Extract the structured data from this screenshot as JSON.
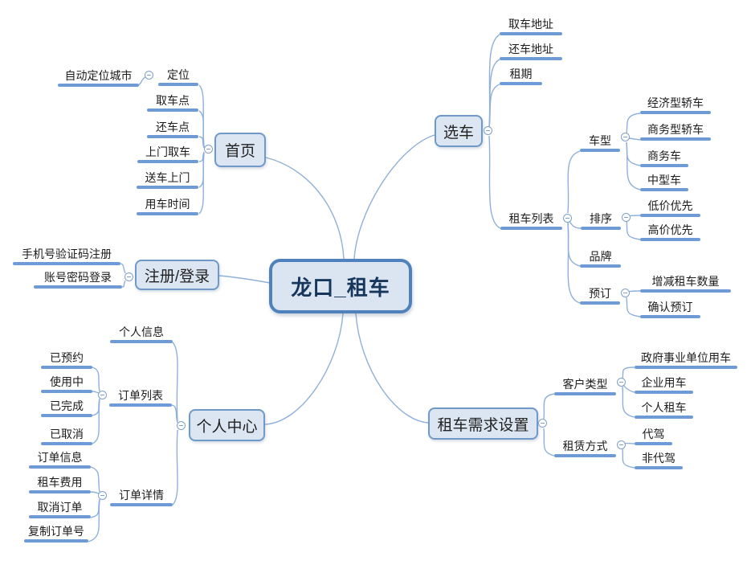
{
  "mindmap": {
    "root": {
      "label": "龙口_租车"
    },
    "branches": [
      {
        "label": "首页",
        "children": [
          {
            "label": "定位",
            "children": [
              {
                "label": "自动定位城市"
              }
            ]
          },
          {
            "label": "取车点"
          },
          {
            "label": "还车点"
          },
          {
            "label": "上门取车"
          },
          {
            "label": "送车上门"
          },
          {
            "label": "用车时间"
          }
        ]
      },
      {
        "label": "注册/登录",
        "children": [
          {
            "label": "手机号验证码注册"
          },
          {
            "label": "账号密码登录"
          }
        ]
      },
      {
        "label": "个人中心",
        "children": [
          {
            "label": "个人信息"
          },
          {
            "label": "订单列表",
            "children": [
              {
                "label": "已预约"
              },
              {
                "label": "使用中"
              },
              {
                "label": "已完成"
              },
              {
                "label": "已取消"
              }
            ]
          },
          {
            "label": "订单详情",
            "children": [
              {
                "label": "订单信息"
              },
              {
                "label": "租车费用"
              },
              {
                "label": "取消订单"
              },
              {
                "label": "复制订单号"
              }
            ]
          }
        ]
      },
      {
        "label": "选车",
        "children": [
          {
            "label": "取车地址"
          },
          {
            "label": "还车地址"
          },
          {
            "label": "租期"
          },
          {
            "label": "租车列表",
            "children": [
              {
                "label": "车型",
                "children": [
                  {
                    "label": "经济型轿车"
                  },
                  {
                    "label": "商务型轿车"
                  },
                  {
                    "label": "商务车"
                  },
                  {
                    "label": "中型车"
                  }
                ]
              },
              {
                "label": "排序",
                "children": [
                  {
                    "label": "低价优先"
                  },
                  {
                    "label": "高价优先"
                  }
                ]
              },
              {
                "label": "品牌"
              },
              {
                "label": "预订",
                "children": [
                  {
                    "label": "增减租车数量"
                  },
                  {
                    "label": "确认预订"
                  }
                ]
              }
            ]
          }
        ]
      },
      {
        "label": "租车需求设置",
        "children": [
          {
            "label": "客户类型",
            "children": [
              {
                "label": "政府事业单位用车"
              },
              {
                "label": "企业用车"
              },
              {
                "label": "个人租车"
              }
            ]
          },
          {
            "label": "租赁方式",
            "children": [
              {
                "label": "代驾"
              },
              {
                "label": "非代驾"
              }
            ]
          }
        ]
      }
    ],
    "icons": {
      "collapse": "minus-circle"
    },
    "colors": {
      "central_fill": "#dbe5f1",
      "central_border": "#4f81bd",
      "branch_fill": "#dce6f2",
      "branch_border": "#6e99c9",
      "underline": "#6e9bd6",
      "connector": "#8fb0da"
    }
  }
}
